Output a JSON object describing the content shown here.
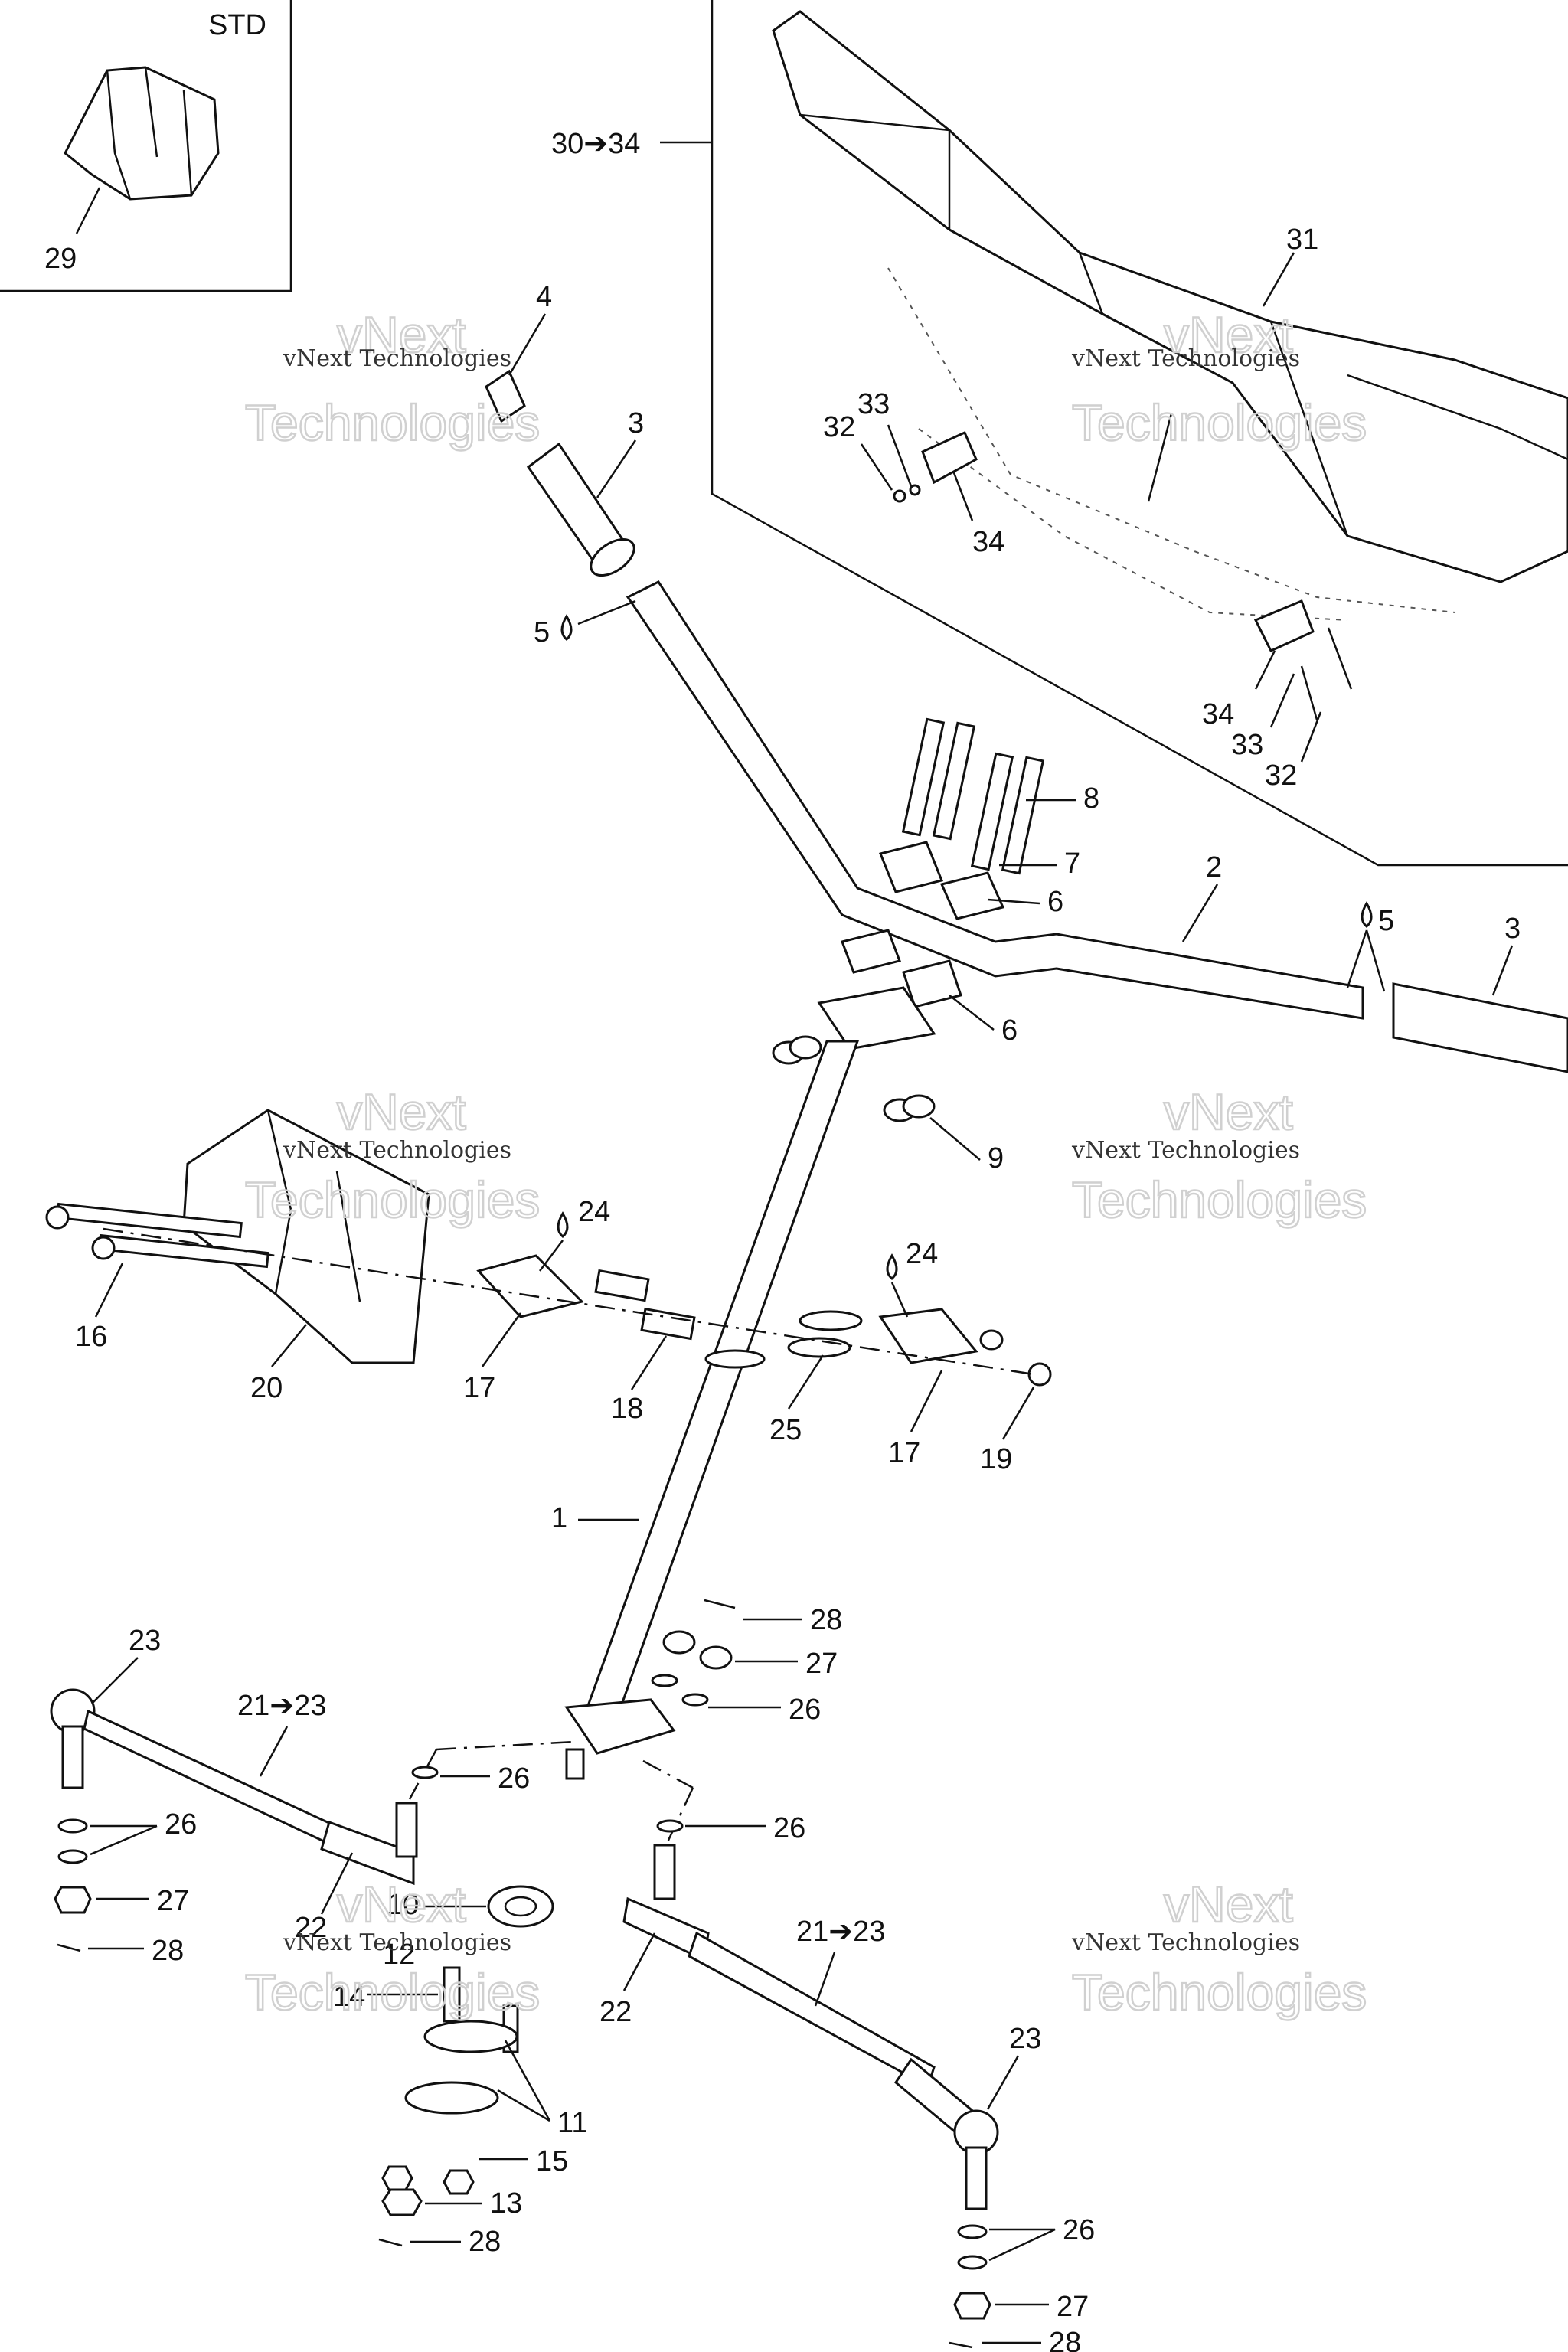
{
  "inset_label": "STD",
  "kit_label_top": "30➔34",
  "watermark": {
    "line1": "vNext Technologies",
    "big1": "vNext",
    "big2": "Technologies"
  },
  "callouts": {
    "c1": "1",
    "c2": "2",
    "c3a": "3",
    "c3b": "3",
    "c4": "4",
    "c5a": "5",
    "c5b": "5",
    "c6a": "6",
    "c6b": "6",
    "c7": "7",
    "c8": "8",
    "c9": "9",
    "c10": "10",
    "c11": "11",
    "c12": "12",
    "c13": "13",
    "c14": "14",
    "c15": "15",
    "c16": "16",
    "c17a": "17",
    "c17b": "17",
    "c18": "18",
    "c19": "19",
    "c20": "20",
    "c21a": "21➔23",
    "c21b": "21➔23",
    "c22a": "22",
    "c22b": "22",
    "c23a": "23",
    "c23b": "23",
    "c24a": "24",
    "c24b": "24",
    "c25": "25",
    "c26a": "26",
    "c26b": "26",
    "c26c": "26",
    "c26d": "26",
    "c26e": "26",
    "c27a": "27",
    "c27b": "27",
    "c27c": "27",
    "c28a": "28",
    "c28b": "28",
    "c28c": "28",
    "c28d": "28",
    "c29": "29",
    "c31": "31",
    "c32a": "32",
    "c32b": "32",
    "c33a": "33",
    "c33b": "33",
    "c34a": "34",
    "c34b": "34"
  },
  "colors": {
    "line": "#111111",
    "watermark": "#d0d0d0",
    "background": "#ffffff"
  }
}
